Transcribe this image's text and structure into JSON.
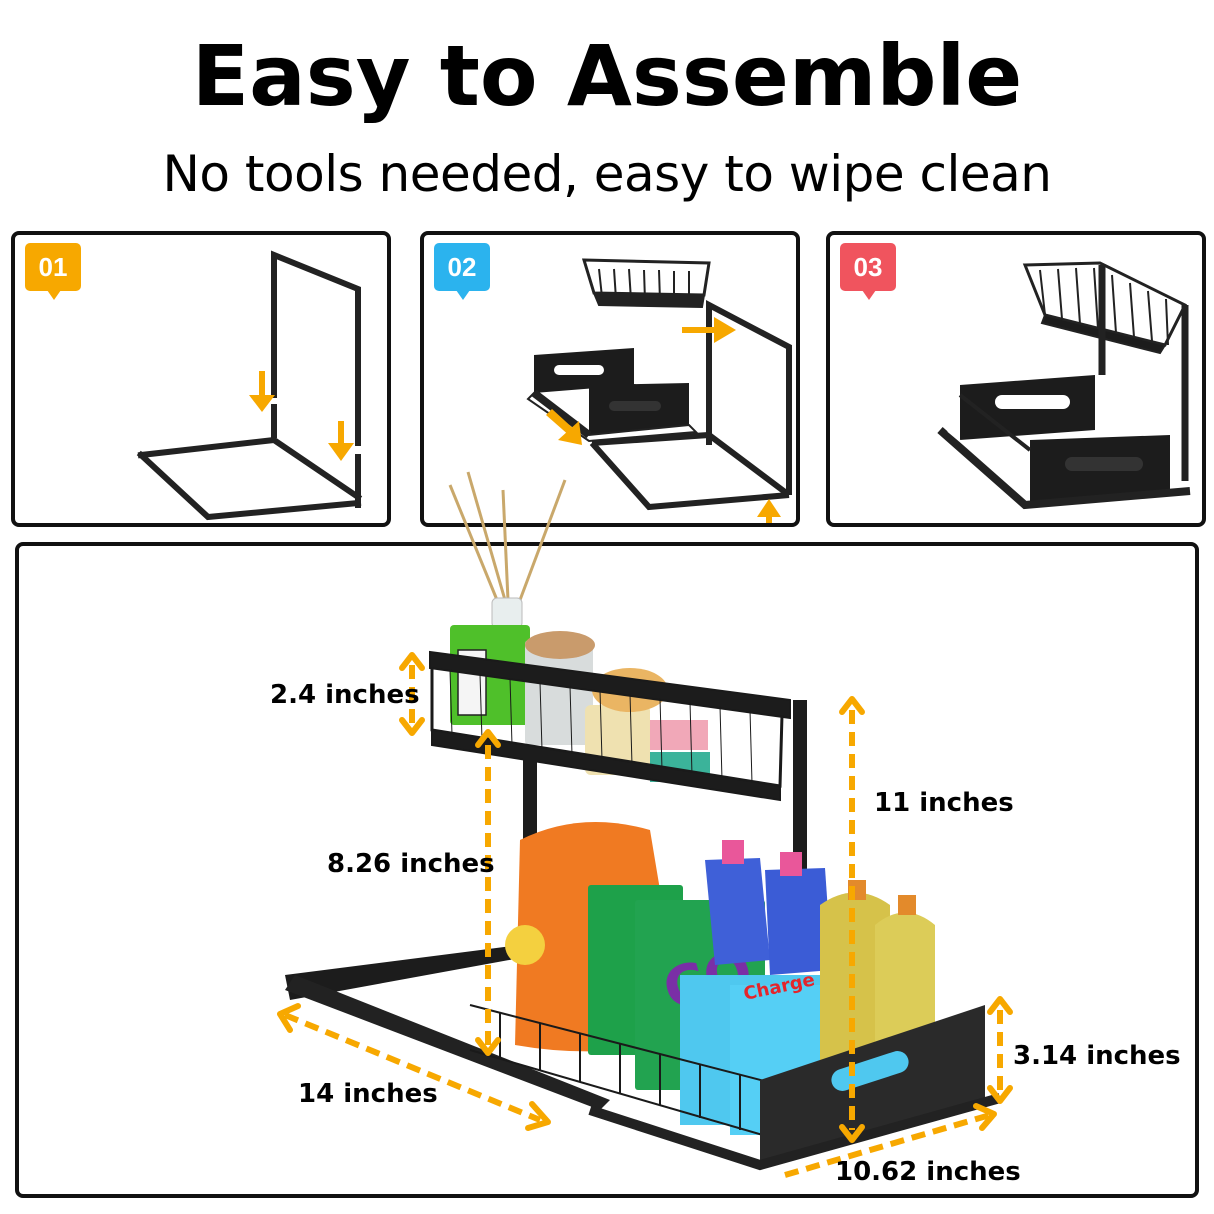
{
  "header": {
    "title": "Easy to Assemble",
    "subtitle": "No tools needed, easy to wipe clean"
  },
  "steps": [
    {
      "number": "01",
      "color": "#F7A800",
      "description-icon": "frame-assembly-icon"
    },
    {
      "number": "02",
      "color": "#2BB3EE",
      "description-icon": "basket-insert-icon"
    },
    {
      "number": "03",
      "color": "#F0545E",
      "description-icon": "assembled-organizer-icon"
    }
  ],
  "dimensions": {
    "top_basket_height": "2.4 inches",
    "gap_height": "8.26 inches",
    "total_height": "11 inches",
    "depth": "14 inches",
    "drawer_height": "3.14 inches",
    "width": "10.62 inches"
  },
  "colors": {
    "arrow": "#F7A800",
    "frame": "#1c1c1c",
    "border": "#111111"
  }
}
